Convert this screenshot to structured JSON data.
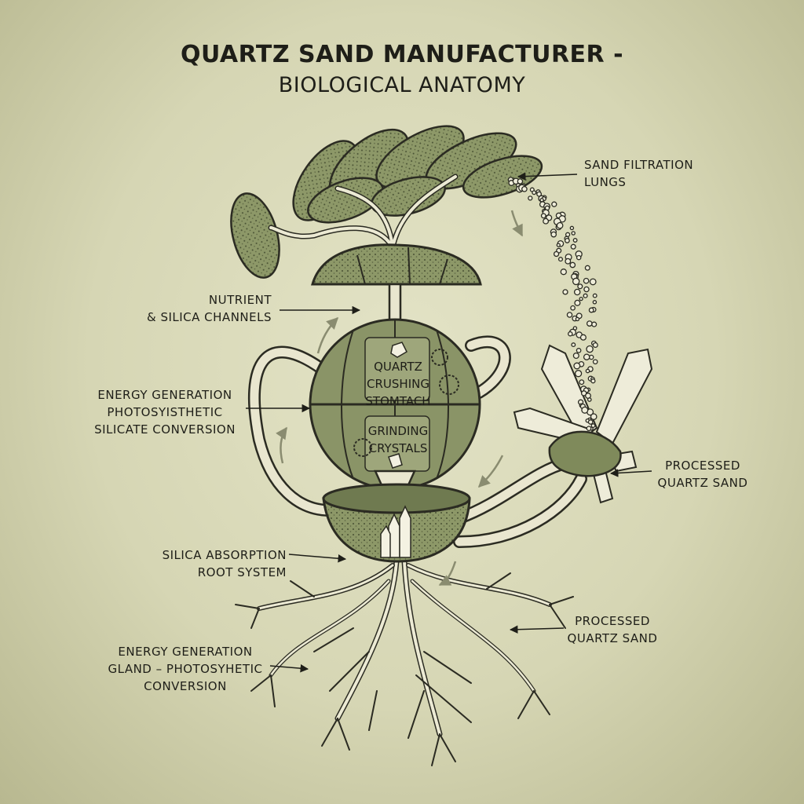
{
  "title": "QUARTZ SAND MANUFACTURER -",
  "subtitle": "BIOLOGICAL ANATOMY",
  "labels": {
    "sand_filtration": [
      "SAND FILTRATION",
      "LUNGS"
    ],
    "nutrient_channels": [
      "NUTRIENT",
      "& SILICA CHANNELS"
    ],
    "energy_generation_top": [
      "ENERGY GENERATION",
      "PHOTOSYISTHETIC",
      "SILICATE CONVERSION"
    ],
    "processed_sand_top": [
      "PROCESSED",
      "QUARTZ SAND"
    ],
    "silica_absorption": [
      "SILICA ABSORPTION",
      "ROOT SYSTEM"
    ],
    "processed_sand_bottom": [
      "PROCESSED",
      "QUARTZ SAND"
    ],
    "energy_gland": [
      "ENERGY GENERATION",
      "GLAND – PHOTOSYHETIC",
      "CONVERSION"
    ]
  },
  "organ_labels": {
    "stomach": [
      "QUARTZ",
      "CRUSHING",
      "STOMTACH"
    ],
    "grinding": [
      "GRINDING",
      "CRYSTALS"
    ]
  },
  "colors": {
    "ink": "#1e1e18",
    "organ_fill": "#8a9467",
    "leaf_fill": "#9aa272",
    "tube_fill": "#e9e6cf",
    "background": "#d6d6b4"
  }
}
